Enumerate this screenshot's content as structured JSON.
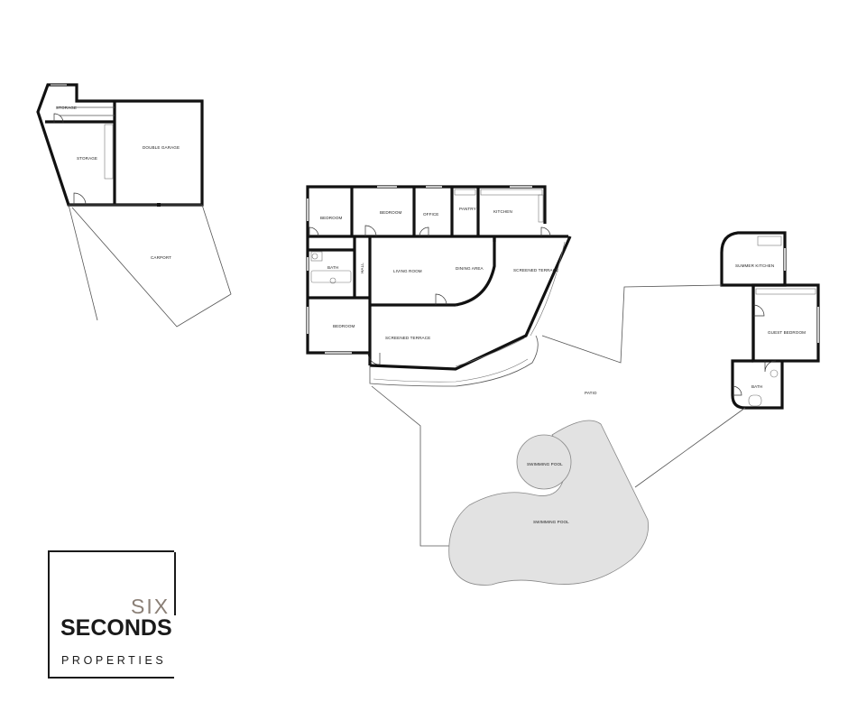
{
  "rooms": {
    "storage_top": "STORAGE",
    "storage": "STORAGE",
    "double_garage": "DOUBLE GARAGE",
    "carport": "CARPORT",
    "bedroom_1": "BEDROOM",
    "bedroom_2": "BEDROOM",
    "office": "OFFICE",
    "pantry": "PANTRY",
    "kitchen": "KITCHEN",
    "bath": "BATH",
    "hall": "HALL",
    "living_room": "LIVING ROOM",
    "dining_area": "DINING AREA",
    "screened_terrace_1": "SCREENED TERRACE",
    "bedroom_3": "BEDROOM",
    "screened_terrace_2": "SCREENED TERRACE",
    "summer_kitchen": "SUMMER KITCHEN",
    "guest_bedroom": "GUEST BEDROOM",
    "bath_guest": "BATH",
    "patio": "PATIO",
    "wading_pool": "SWIMMING POOL",
    "swimming_pool": "SWIMMING POOL"
  },
  "logo": {
    "six": "SIX",
    "seconds": "SECONDS",
    "properties": "PROPERTIES"
  }
}
